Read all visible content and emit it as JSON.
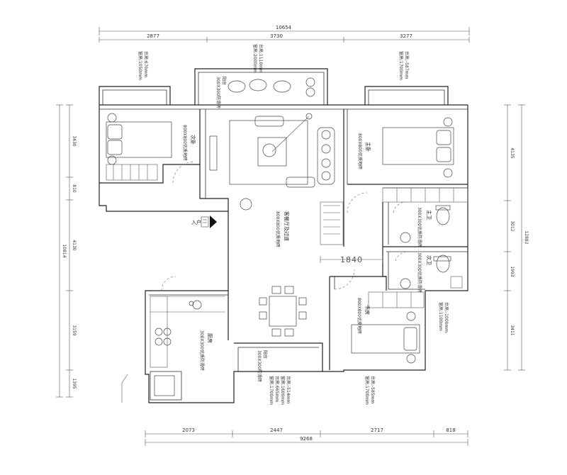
{
  "dimensions": {
    "top_total": "10654",
    "top_segments": [
      "2877",
      "3730",
      "3277"
    ],
    "bottom_total": "9268",
    "bottom_segments": [
      "2073",
      "2447",
      "2717",
      "818"
    ],
    "left_segments": [
      "3430",
      "810",
      "4130",
      "3159",
      "1395"
    ],
    "right_segments": [
      "4135",
      "3012",
      "1993",
      "3411"
    ],
    "right_total": "12882",
    "interior": "1840"
  },
  "rooms": {
    "second_bedroom": {
      "name": "次卧",
      "floor": "800X800优质地砖"
    },
    "master_bedroom": {
      "name": "主卧",
      "floor": "800X800优质地砖"
    },
    "living_dining": {
      "name": "客餐厅及过道",
      "floor": "800X800优质地砖"
    },
    "master_bath": {
      "name": "主卫",
      "floor": "300X300优质防滑砖"
    },
    "guest_bath": {
      "name": "次卫",
      "floor": "300X300优质防滑砖"
    },
    "study": {
      "name": "书房",
      "floor": "800X800优质地砖"
    },
    "kitchen": {
      "name": "厨房",
      "floor": "300X300优质防滑砖"
    },
    "top_balcony": {
      "name": "阳台",
      "floor": "300X300防滑砖"
    },
    "bottom_balcony": {
      "name": "阳台",
      "floor": "300X300防滑砖"
    }
  },
  "entrance": "入户",
  "windows": {
    "top_left": [
      "台高:670mm",
      "窗高:1050mm"
    ],
    "top_center": [
      "台高:1110mm",
      "窗高:2000mm"
    ],
    "top_right": [
      "台高:-587mm",
      "窗高:1700mm"
    ],
    "right_study": [
      "台高:-1000mm",
      "窗高:1100mm"
    ],
    "bottom_center_a": [
      "台高:-514mm",
      "窗高:1600mm"
    ],
    "bottom_center_b": [
      "台高:665mm",
      "窗高:1700mm"
    ],
    "bottom_right": [
      "台高:-585mm",
      "窗高:1700mm"
    ]
  }
}
